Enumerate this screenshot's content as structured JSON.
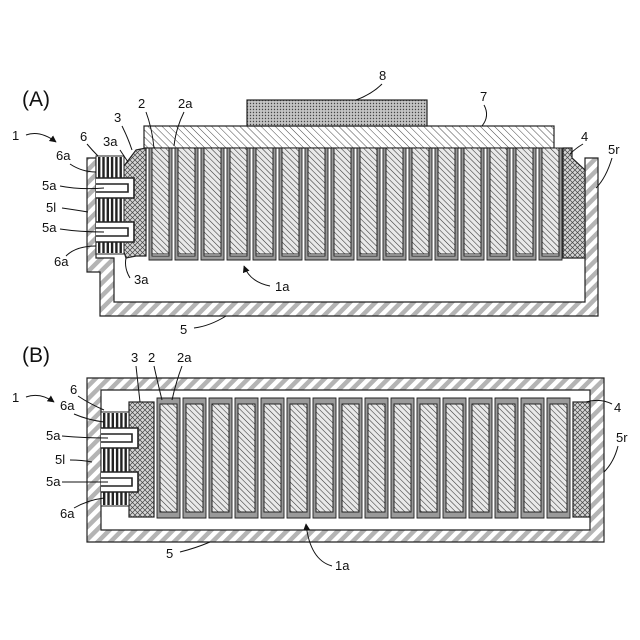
{
  "figure": {
    "panel_a": {
      "label": "(A)",
      "callouts": {
        "assembly": "1",
        "cell": "2",
        "cell_tab": "2a",
        "end_plate_left": "3",
        "end_plate_hook_upper": "3a",
        "end_plate_hook_lower": "3a",
        "end_plate_right": "4",
        "case": "5",
        "case_side_right": "5r",
        "case_side_left": "5l",
        "rib_upper": "5a",
        "rib_lower": "5a",
        "spring": "6",
        "spring_arm_upper": "6a",
        "spring_arm_lower": "6a",
        "top_plate": "7",
        "top_block": "8",
        "bottom_face": "1a"
      }
    },
    "panel_b": {
      "label": "(B)",
      "callouts": {
        "assembly": "1",
        "end_plate_left": "3",
        "cell": "2",
        "cell_tab": "2a",
        "spring": "6",
        "spring_arm_upper": "6a",
        "spring_arm_lower": "6a",
        "rib_upper": "5a",
        "rib_lower": "5a",
        "case_side_left": "5l",
        "end_plate_right": "4",
        "case_side_right": "5r",
        "case": "5",
        "bottom_face": "1a"
      }
    }
  }
}
